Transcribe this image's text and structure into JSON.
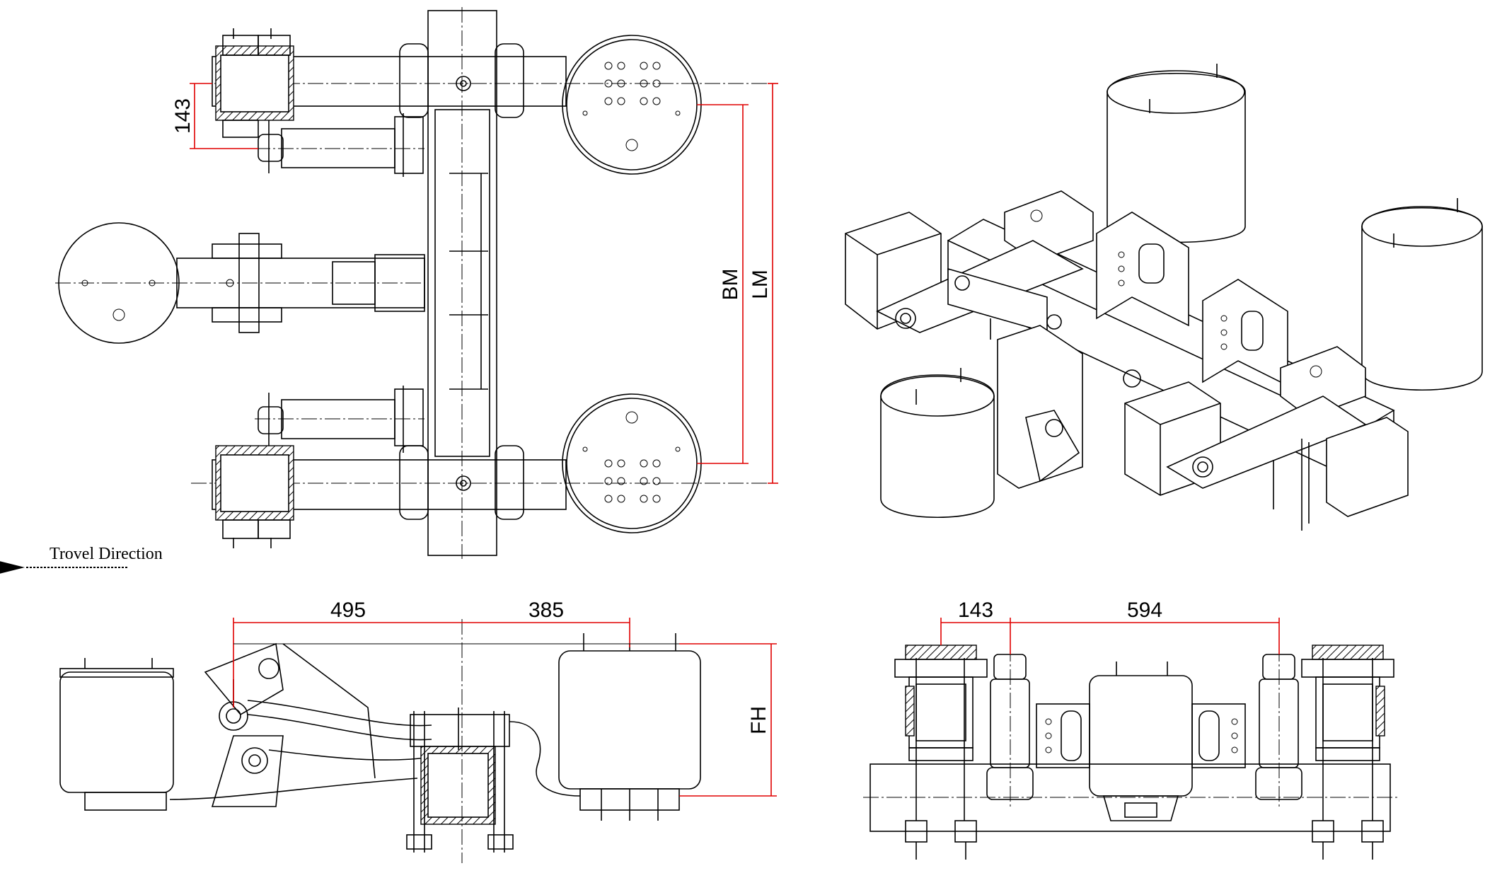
{
  "views": {
    "top_view": {
      "dimensions": {
        "d1": "143",
        "bm": "BM",
        "lm": "LM"
      }
    },
    "travel_direction": {
      "label": "Trovel Direction"
    },
    "side_view": {
      "dimensions": {
        "d1": "495",
        "d2": "385",
        "fh": "FH"
      }
    },
    "rear_view": {
      "dimensions": {
        "d1": "143",
        "d2": "594"
      }
    }
  },
  "colors": {
    "line": "#000000",
    "dimension": "#e00000",
    "background": "#ffffff"
  }
}
